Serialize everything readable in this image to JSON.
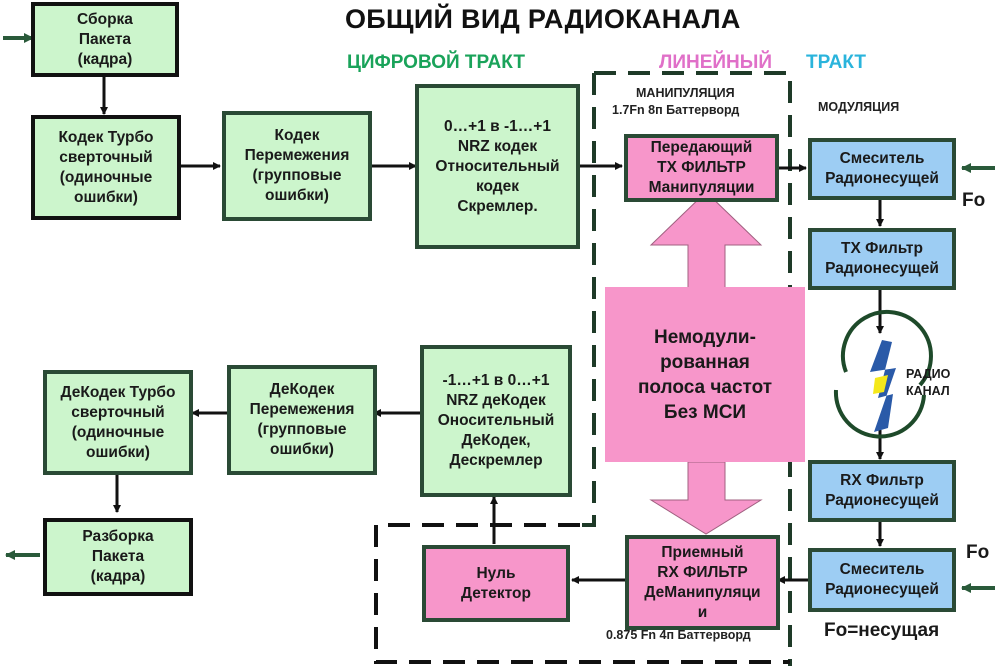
{
  "title": "ОБЩИЙ ВИД РАДИОКАНАЛА",
  "sections": {
    "digital": {
      "label": "ЦИФРОВОЙ ТРАКТ",
      "color": "#1aa35a"
    },
    "linear_a": {
      "label": "ЛИНЕЙНЫЙ",
      "color": "#e070c8"
    },
    "linear_b": {
      "label": "ТРАКТ",
      "color": "#2ab4dc"
    }
  },
  "annotations": {
    "manipulation": "МАНИПУЛЯЦИЯ",
    "manipulation_spec": "1.7Fn 8п Баттерворд",
    "modulation": "МОДУЛЯЦИЯ",
    "rx_spec": "0.875 Fn 4п Баттерворд",
    "fo_top": "Fo",
    "fo_bottom": "Fo",
    "fo_note": "Fo=несущая",
    "radio_channel": "РАДИО\nКАНАЛ"
  },
  "blocks": {
    "packet_assembly": "Сборка\nПакета\n(кадра)",
    "turbo_codec": "Кодек Турбо\nсверточный\n(одиночные\nошибки)",
    "interleave_codec": "Кодек\nПеремежения\n(групповые\nошибки)",
    "nrz_codec": "0…+1 в  -1…+1\nNRZ кодек\nОтносительный\nкодек\nСкремлер.",
    "tx_filter_manip": "Передающий\nТХ ФИЛЬТР\nМанипуляции",
    "mixer_tx": "Смеситель\nРадионесущей",
    "tx_filter_carrier": "ТХ Фильтр\nРадионесущей",
    "unmodulated_band": "Немодули-\nрованная\nполоса частот\nБез МСИ",
    "rx_filter_carrier": "RX Фильтр\nРадионесущей",
    "mixer_rx": "Смеситель\nРадионесущей",
    "rx_filter_demanip": "Приемный\nRX ФИЛЬТР\nДеМанипуляци\nи",
    "null_detector": "Нуль\nДетектор",
    "nrz_decoder": "-1…+1 в  0…+1\nNRZ деКодек\nОносительный\nДеКодек,\nДескремлер",
    "deinterleave_decoder": "ДеКодек\nПеремежения\n(групповые\nошибки)",
    "turbo_decoder": "ДеКодек Турбо\nсверточный\n(одиночные\nошибки)",
    "packet_disassembly": "Разборка\nПакета\n(кадра)"
  },
  "colors": {
    "digital_block": "#ccf5cc",
    "filter_block": "#f796ca",
    "carrier_block": "#9dcdf3",
    "border": "#2a4a35",
    "io_arrow": "#2a5a3a",
    "lightning": "#2a5aa8",
    "lightning_fill": "#f4e81a"
  }
}
